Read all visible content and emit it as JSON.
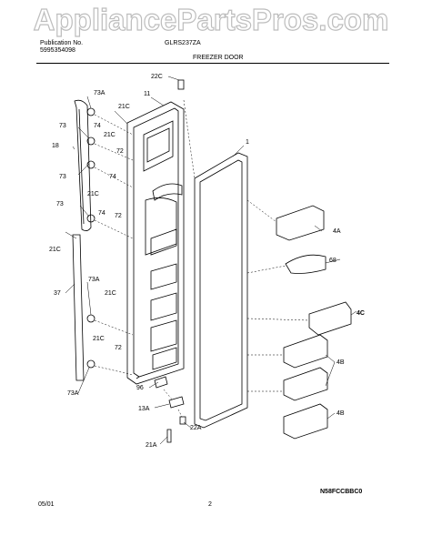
{
  "watermark": "AppliancePartsPros.com",
  "header": {
    "pub_label": "Publication No.",
    "pub_number": "5995354098",
    "model": "GLRS237ZA"
  },
  "title": "FREEZER DOOR",
  "parts": {
    "p22c": "22C",
    "p11": "11",
    "p1": "1",
    "p73a": "73A",
    "p21c": "21C",
    "p73": "73",
    "p74": "74",
    "p18": "18",
    "p72": "72",
    "p4a": "4A",
    "p68": "68",
    "p37": "37",
    "p4c": "4C",
    "p4b": "4B",
    "p96": "96",
    "p13a": "13A",
    "p22a": "22A",
    "p21a": "21A"
  },
  "diagram_code": "N58FCCBBC0",
  "footer": {
    "date": "05/01",
    "page": "2"
  }
}
